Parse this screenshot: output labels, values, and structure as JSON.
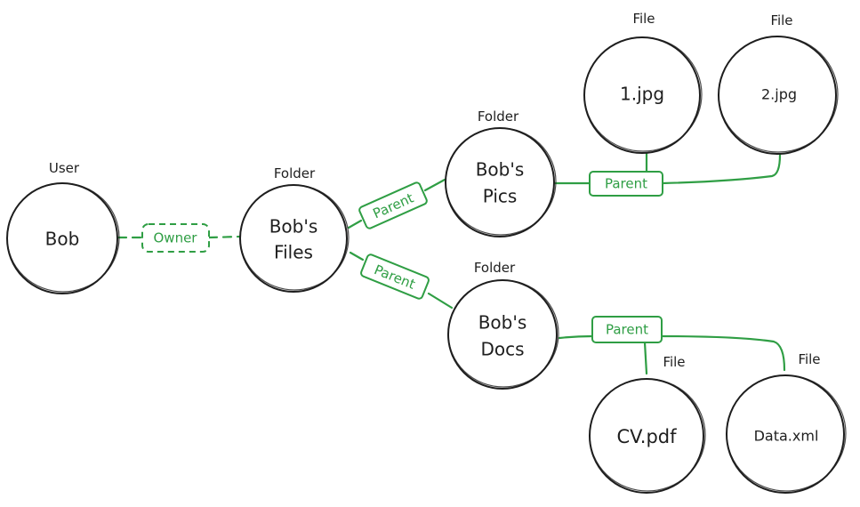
{
  "nodes": {
    "bob": {
      "type": "User",
      "lines": [
        "Bob"
      ]
    },
    "bobs_files": {
      "type": "Folder",
      "lines": [
        "Bob's",
        "Files"
      ]
    },
    "bobs_pics": {
      "type": "Folder",
      "lines": [
        "Bob's",
        "Pics"
      ]
    },
    "bobs_docs": {
      "type": "Folder",
      "lines": [
        "Bob's",
        "Docs"
      ]
    },
    "file_1jpg": {
      "type": "File",
      "lines": [
        "1.jpg"
      ]
    },
    "file_2jpg": {
      "type": "File",
      "lines": [
        "2.jpg"
      ]
    },
    "file_cvpdf": {
      "type": "File",
      "lines": [
        "CV.pdf"
      ]
    },
    "file_dataxml": {
      "type": "File",
      "lines": [
        "Data.xml"
      ]
    }
  },
  "edges": {
    "owner": {
      "label": "Owner",
      "style": "dashed"
    },
    "files_to_pics": {
      "label": "Parent",
      "style": "solid"
    },
    "files_to_docs": {
      "label": "Parent",
      "style": "solid"
    },
    "pics_to_files": {
      "label": "Parent",
      "style": "solid"
    },
    "docs_to_files": {
      "label": "Parent",
      "style": "solid"
    }
  },
  "colors": {
    "node_stroke": "#1e1e1e",
    "edge": "#2f9e44"
  }
}
